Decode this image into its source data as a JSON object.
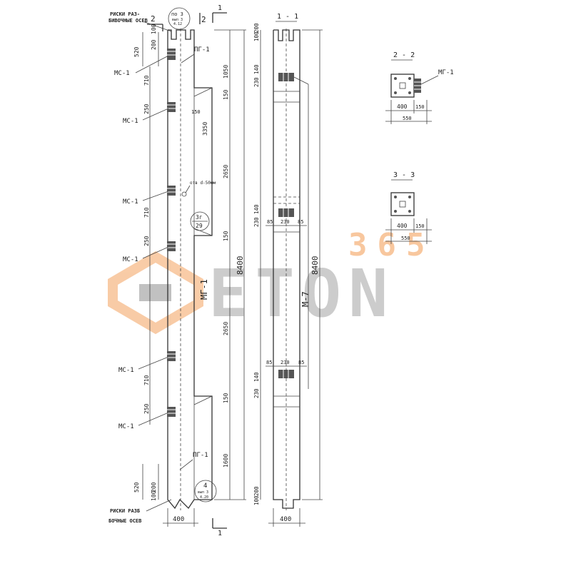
{
  "watermark": {
    "number": "365",
    "word": "ETON",
    "accent_color": "#f4a25e",
    "gray_color": "#8f8f8f"
  },
  "front_view": {
    "notes": {
      "top_line1": "РИСКИ РАЗ-",
      "top_line2": "БИВОЧНЫЕ ОСЕВ",
      "bottom_line1": "РИСКИ РАЗБ",
      "bottom_line2": "БОЧНЫЕ ОСЕВ"
    },
    "section_marks": {
      "mark_2_top": "2",
      "mark_2_right": "2",
      "mark_1_top": "1",
      "mark_1_bottom": "1"
    },
    "callouts": {
      "top_circle_line1": "по 3",
      "top_circle_line2": "вып 3",
      "top_circle_line3": "4.12",
      "mid_circle_top": "3г",
      "mid_circle_bottom": "29",
      "bottom_circle_line1": "4",
      "bottom_circle_line2": "вып 3",
      "bottom_circle_line3": "4.20"
    },
    "labels": {
      "ms1_a": "МС-1",
      "ms1_b": "МС-1",
      "ms1_c": "МС-1",
      "ms1_d": "МС-1",
      "ms1_e": "МС-1",
      "ms1_f": "МС-1",
      "pg1_top": "ПГ-1",
      "pg1_bottom": "ПГ-1",
      "hole": "отв d-50мм",
      "element_mark": "МГ-1"
    },
    "left_dims": {
      "d520_top": "520",
      "d200_top": "200",
      "d100_top": "100",
      "d710_a": "710",
      "d250_a": "250",
      "d710_b": "710",
      "d250_b": "250",
      "d710_c": "710",
      "d250_c": "250",
      "d520_bottom": "520",
      "d200_bottom": "200",
      "d100_bottom": "100"
    },
    "right_dims": {
      "d1050": "1050",
      "d150_a": "150",
      "d150_small": "150",
      "d3350": "3350",
      "d2650_a": "2650",
      "d150_b": "150",
      "d2650_b": "2650",
      "d150_c": "150",
      "d1600": "1600",
      "d8400": "8400"
    },
    "bottom_width": "400"
  },
  "side_view": {
    "section_title": "1 - 1",
    "element_mark": "М-7",
    "left_dims": {
      "d100_top": "100",
      "d200_top": "200",
      "d230_a": "230",
      "d140_a": "140",
      "d230_b": "230",
      "d140_b": "140",
      "d230_c": "230",
      "d140_c": "140",
      "d200_bottom": "200",
      "d100_bottom": "100"
    },
    "inner_dims": {
      "d85_l1": "85",
      "d230_1": "230",
      "d85_r1": "85",
      "d85_l2": "85",
      "d230_2": "230",
      "d85_r2": "85"
    },
    "total": "8400",
    "bottom_width": "400"
  },
  "section_2_2": {
    "title": "2 - 2",
    "label": "МГ-1",
    "dim_400": "400",
    "dim_150": "150",
    "dim_550": "550"
  },
  "section_3_3": {
    "title": "3 - 3",
    "dim_400": "400",
    "dim_150": "150",
    "dim_550": "550"
  }
}
